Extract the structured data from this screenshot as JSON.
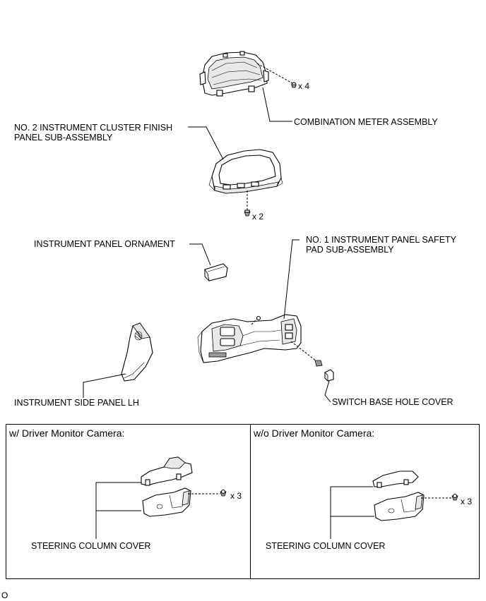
{
  "labels": {
    "combination_meter": "COMBINATION METER ASSEMBLY",
    "cluster_finish_panel": "NO. 2 INSTRUMENT CLUSTER FINISH\nPANEL SUB-ASSEMBLY",
    "panel_ornament": "INSTRUMENT PANEL ORNAMENT",
    "safety_pad": "NO. 1 INSTRUMENT PANEL SAFETY\nPAD SUB-ASSEMBLY",
    "side_panel_lh": "INSTRUMENT SIDE PANEL LH",
    "switch_base_hole_cover": "SWITCH BASE HOLE COVER"
  },
  "quantities": {
    "meter_screws": "x 4",
    "cluster_clips": "x 2"
  },
  "boxes": {
    "left": {
      "title": "w/ Driver Monitor Camera:",
      "label": "STEERING COLUMN COVER",
      "screws": "x 3"
    },
    "right": {
      "title": "w/o Driver Monitor Camera:",
      "label": "STEERING COLUMN COVER",
      "screws": "x 3"
    }
  },
  "footer_code": "O"
}
